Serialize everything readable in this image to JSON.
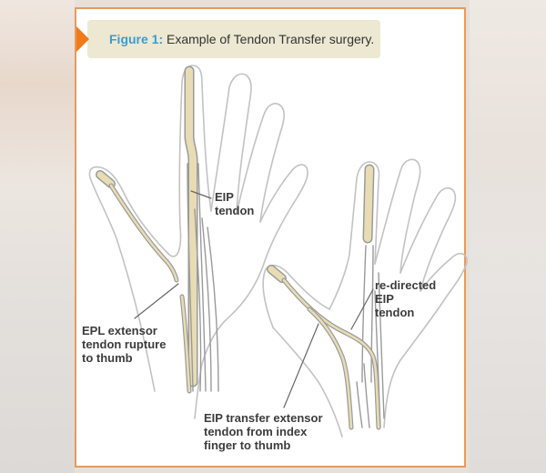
{
  "caption": {
    "label": "Figure 1:",
    "text": "Example of Tendon Transfer surgery."
  },
  "labels": {
    "eip_tendon": [
      "EIP",
      "tendon"
    ],
    "epl_rupture": [
      "EPL extensor",
      "tendon rupture",
      "to thumb"
    ],
    "redirected_eip": [
      "re-directed",
      "EIP",
      "tendon"
    ],
    "eip_transfer": [
      "EIP transfer extensor",
      "tendon from index",
      "finger to thumb"
    ]
  },
  "colors": {
    "frame_border": "#e79a5c",
    "caption_background": "#ece8d2",
    "caption_arrow": "#ef7b1a",
    "caption_label": "#3d9bd0",
    "hand_outline": "#c2c2c2",
    "tendon_fill": "#e8dcb4",
    "tendon_line": "#9a9a9a",
    "leader_line": "#666666"
  }
}
